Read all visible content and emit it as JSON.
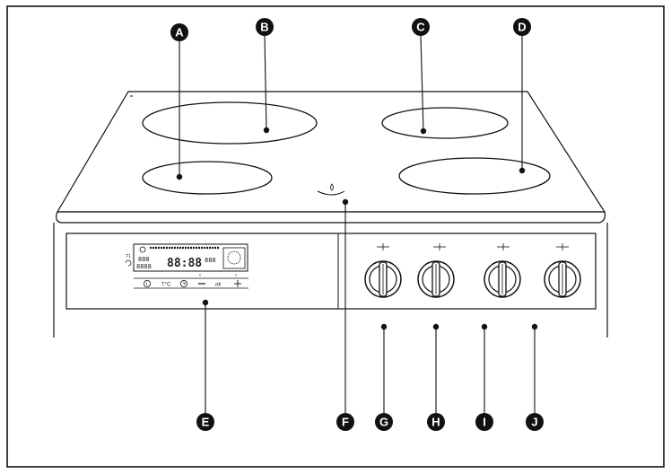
{
  "callouts": [
    {
      "letter": "A",
      "part": "hob-zone-front-left"
    },
    {
      "letter": "B",
      "part": "hob-zone-rear-left"
    },
    {
      "letter": "C",
      "part": "hob-zone-rear-right"
    },
    {
      "letter": "D",
      "part": "hob-zone-front-right"
    },
    {
      "letter": "E",
      "part": "control-display"
    },
    {
      "letter": "F",
      "part": "hot-surface-indicator"
    },
    {
      "letter": "G",
      "part": "knob-1"
    },
    {
      "letter": "H",
      "part": "knob-2"
    },
    {
      "letter": "I",
      "part": "knob-3"
    },
    {
      "letter": "J",
      "part": "knob-4"
    }
  ],
  "display": {
    "digits_main": "88:88",
    "digits_small_1": "888",
    "digits_small_2": "8888",
    "digits_right": "888"
  },
  "buttons": [
    {
      "label": "i",
      "icon": "info-icon"
    },
    {
      "label": "T°C",
      "icon": "temperature-icon"
    },
    {
      "label": "",
      "icon": "clock-icon"
    },
    {
      "label": "—",
      "icon": "minus-icon"
    },
    {
      "label": "ok",
      "icon": "ok-icon"
    },
    {
      "label": "+",
      "icon": "plus-icon"
    }
  ],
  "colors": {
    "line": "#111111",
    "callout_fill": "#111111",
    "background": "#ffffff"
  }
}
